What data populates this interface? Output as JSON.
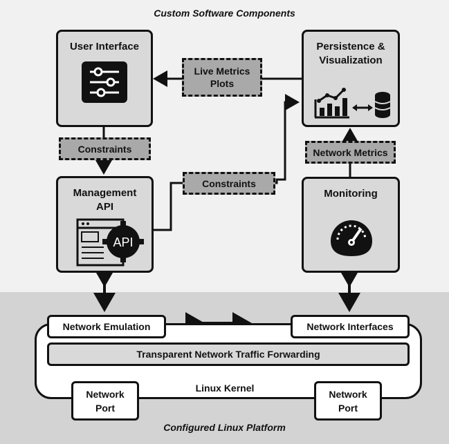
{
  "regions": {
    "top_title": "Custom Software Components",
    "bottom_title": "Configured Linux Platform"
  },
  "components": {
    "user_interface": "User Interface",
    "persistence": "Persistence & Visualization",
    "management_api": "Management API",
    "monitoring": "Monitoring"
  },
  "flows": {
    "live_metrics": "Live Metrics Plots",
    "constraints_left": "Constraints",
    "constraints_mid": "Constraints",
    "network_metrics": "Network Metrics"
  },
  "platform": {
    "network_emulation": "Network Emulation",
    "network_interfaces": "Network Interfaces",
    "forwarding": "Transparent Network Traffic Forwarding",
    "kernel": "Linux Kernel",
    "port_left": "Network Port",
    "port_right": "Network Port"
  },
  "icons": {
    "ui": "sliders-icon",
    "persistence": "chart-database-icon",
    "api": "api-gear-icon",
    "monitoring": "gauge-icon",
    "api_badge_text": "API"
  }
}
